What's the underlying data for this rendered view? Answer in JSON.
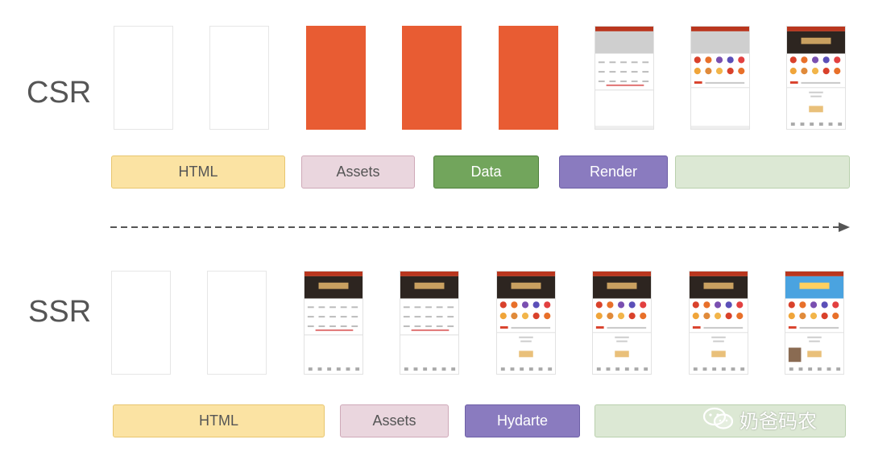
{
  "rows": {
    "csr_label": "CSR",
    "ssr_label": "SSR"
  },
  "csr": {
    "bars": [
      {
        "label": "HTML",
        "color": "#fbe3a3",
        "border": "#e8c66f",
        "text_color": "#555555"
      },
      {
        "label": "Assets",
        "color": "#ead6de",
        "border": "#cfa9b8",
        "text_color": "#555555"
      },
      {
        "label": "Data",
        "color": "#72a55c",
        "border": "#4f7f3c",
        "text_color": "#ffffff"
      },
      {
        "label": "Render",
        "color": "#8a7bbf",
        "border": "#6d5fa6",
        "text_color": "#ffffff"
      },
      {
        "label": "",
        "color": "#dce8d4",
        "border": "#b9d0ad",
        "text_color": "#555555"
      }
    ],
    "frames": [
      "blank",
      "blank",
      "orange",
      "orange",
      "orange",
      "skeleton",
      "partial",
      "full"
    ]
  },
  "ssr": {
    "bars": [
      {
        "label": "HTML",
        "color": "#fbe3a3",
        "border": "#e8c66f",
        "text_color": "#555555"
      },
      {
        "label": "Assets",
        "color": "#ead6de",
        "border": "#cfa9b8",
        "text_color": "#555555"
      },
      {
        "label": "Hydarte",
        "color": "#8a7bbf",
        "border": "#6d5fa6",
        "text_color": "#ffffff"
      },
      {
        "label": "",
        "color": "#dce8d4",
        "border": "#b9d0ad",
        "text_color": "#555555"
      }
    ],
    "frames": [
      "blank",
      "blank",
      "ssr-html",
      "ssr-html",
      "full",
      "full",
      "full",
      "full-blue"
    ]
  },
  "watermark": {
    "text": "奶爸码农",
    "icon": "wechat-icon"
  },
  "colors": {
    "orange": "#e85c33",
    "app_header": "#b9361e",
    "arrow": "#555555"
  }
}
